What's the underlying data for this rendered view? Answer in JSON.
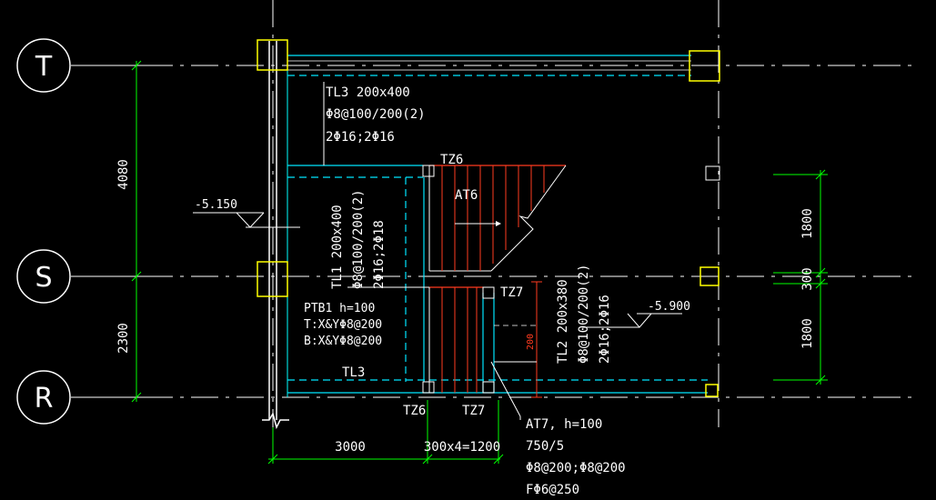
{
  "colors": {
    "background": "#000000",
    "axis_line": "#ffffff",
    "beam": "#00e5ff",
    "dim": "#00ff00",
    "column": "#ffff00",
    "stair": "#ff3b1f",
    "wall": "#00ffff"
  },
  "axes": {
    "top": "T",
    "middle": "S",
    "bottom": "R"
  },
  "dimensions": {
    "left_upper": "4080",
    "left_lower": "2300",
    "right_upper": "1800",
    "right_mid": "300",
    "right_lower": "1800",
    "bottom_left": "3000",
    "bottom_right": "300x4=1200",
    "stair_small": "200"
  },
  "beam_tl3_top": {
    "line1": "TL3 200x400",
    "line2": "Φ8@100/200(2)",
    "line3": "2Φ16;2Φ16"
  },
  "beam_tl1": {
    "line1": "TL1 200x400",
    "line2": "Φ8@100/200(2)",
    "line3": "2Φ16;2Φ18"
  },
  "beam_tl2": {
    "line1": "TL2 200x380",
    "line2": "Φ8@100/200(2)",
    "line3": "2Φ16;2Φ16"
  },
  "elevations": {
    "left": "-5.150",
    "right": "-5.900"
  },
  "columns": {
    "tz6_top": "TZ6",
    "tz7_mid": "TZ7",
    "tz6_bottom": "TZ6",
    "tz7_bottom": "TZ7"
  },
  "stairs": {
    "at6": "AT6"
  },
  "slab_ptb1": {
    "line1": "PTB1 h=100",
    "line2": "T:X&YΦ8@200",
    "line3": "B:X&YΦ8@200"
  },
  "beam_tl3_bottom": "TL3",
  "stair_at7": {
    "line1": "AT7, h=100",
    "line2": "750/5",
    "line3": "Φ8@200;Φ8@200",
    "line4": "FΦ6@250"
  }
}
